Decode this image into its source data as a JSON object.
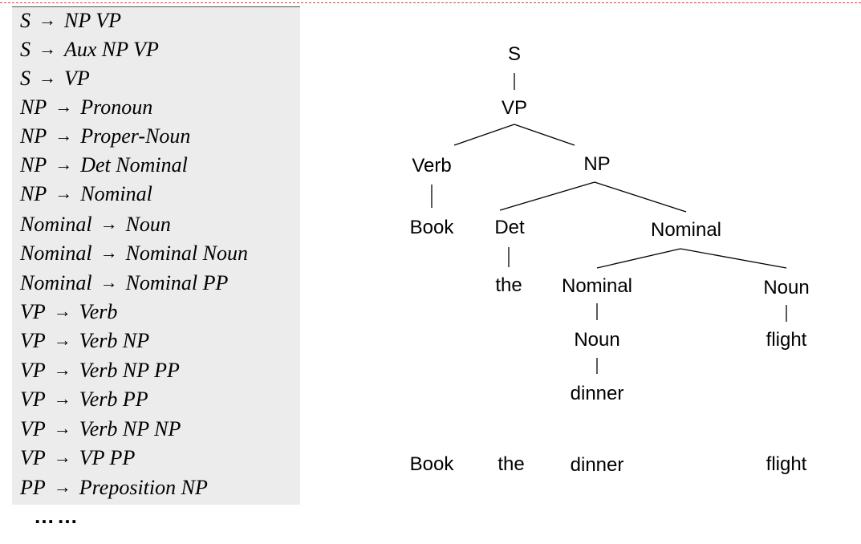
{
  "rules": [
    {
      "lhs": "S",
      "rhs": "NP VP"
    },
    {
      "lhs": "S",
      "rhs": "Aux NP VP"
    },
    {
      "lhs": "S",
      "rhs": "VP"
    },
    {
      "lhs": "NP",
      "rhs": "Pronoun"
    },
    {
      "lhs": "NP",
      "rhs": "Proper-Noun"
    },
    {
      "lhs": "NP",
      "rhs": "Det Nominal"
    },
    {
      "lhs": "NP",
      "rhs": "Nominal"
    },
    {
      "lhs": "Nominal",
      "rhs": "Noun"
    },
    {
      "lhs": "Nominal",
      "rhs": "Nominal Noun"
    },
    {
      "lhs": "Nominal",
      "rhs": "Nominal PP"
    },
    {
      "lhs": "VP",
      "rhs": "Verb"
    },
    {
      "lhs": "VP",
      "rhs": "Verb NP"
    },
    {
      "lhs": "VP",
      "rhs": "Verb NP PP"
    },
    {
      "lhs": "VP",
      "rhs": "Verb PP"
    },
    {
      "lhs": "VP",
      "rhs": "Verb NP NP"
    },
    {
      "lhs": "VP",
      "rhs": "VP PP"
    },
    {
      "lhs": "PP",
      "rhs": "Preposition NP"
    }
  ],
  "arrow": "→",
  "ellipsis": "……",
  "tree": {
    "S": "S",
    "VP": "VP",
    "Verb": "Verb",
    "NP": "NP",
    "Book": "Book",
    "Det": "Det",
    "Nominal_top": "Nominal",
    "the": "the",
    "Nominal_inner": "Nominal",
    "Noun_right": "Noun",
    "Noun_inner": "Noun",
    "flight": "flight",
    "dinner": "dinner"
  },
  "sentence": [
    "Book",
    "the",
    "dinner",
    "flight"
  ]
}
